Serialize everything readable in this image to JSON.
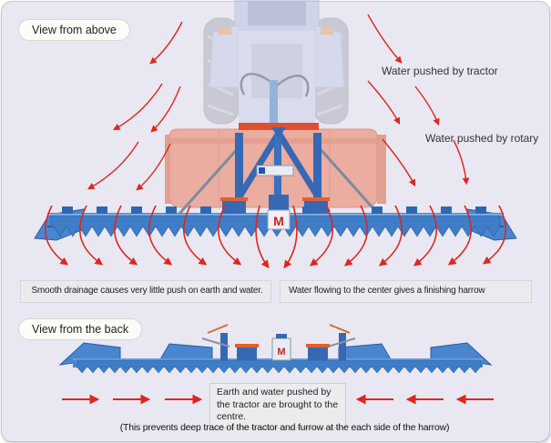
{
  "sections": {
    "top_view_label": "View from above",
    "back_view_label": "View from the back"
  },
  "annotations": {
    "water_tractor": "Water pushed by tractor",
    "water_rotary": "Water pushed by rotary"
  },
  "captions": {
    "smooth_drainage": "Smooth drainage causes very little push on earth and water.",
    "water_center": "Water flowing to the center gives a finishing harrow",
    "earth_water_box": "Earth and water pushed by the tractor are brought to the centre.",
    "bottom_note": "(This prevents deep trace of the tractor and furrow at the each side of the harrow)"
  },
  "emblem": {
    "letter": "M"
  },
  "icons": {
    "water_flow_arrow": "curved red arrow",
    "inward_flow_arrow": "horizontal red arrow"
  },
  "colors": {
    "background": "#e9e7f1",
    "arrow_red": "#e0261c",
    "harrow_blue": "#4a86cf",
    "harrow_blue_dark": "#2a5ca6",
    "tiller_salmon": "#eba391",
    "pill_bg": "#fcfcf8",
    "caption_bg": "#ebebee"
  }
}
